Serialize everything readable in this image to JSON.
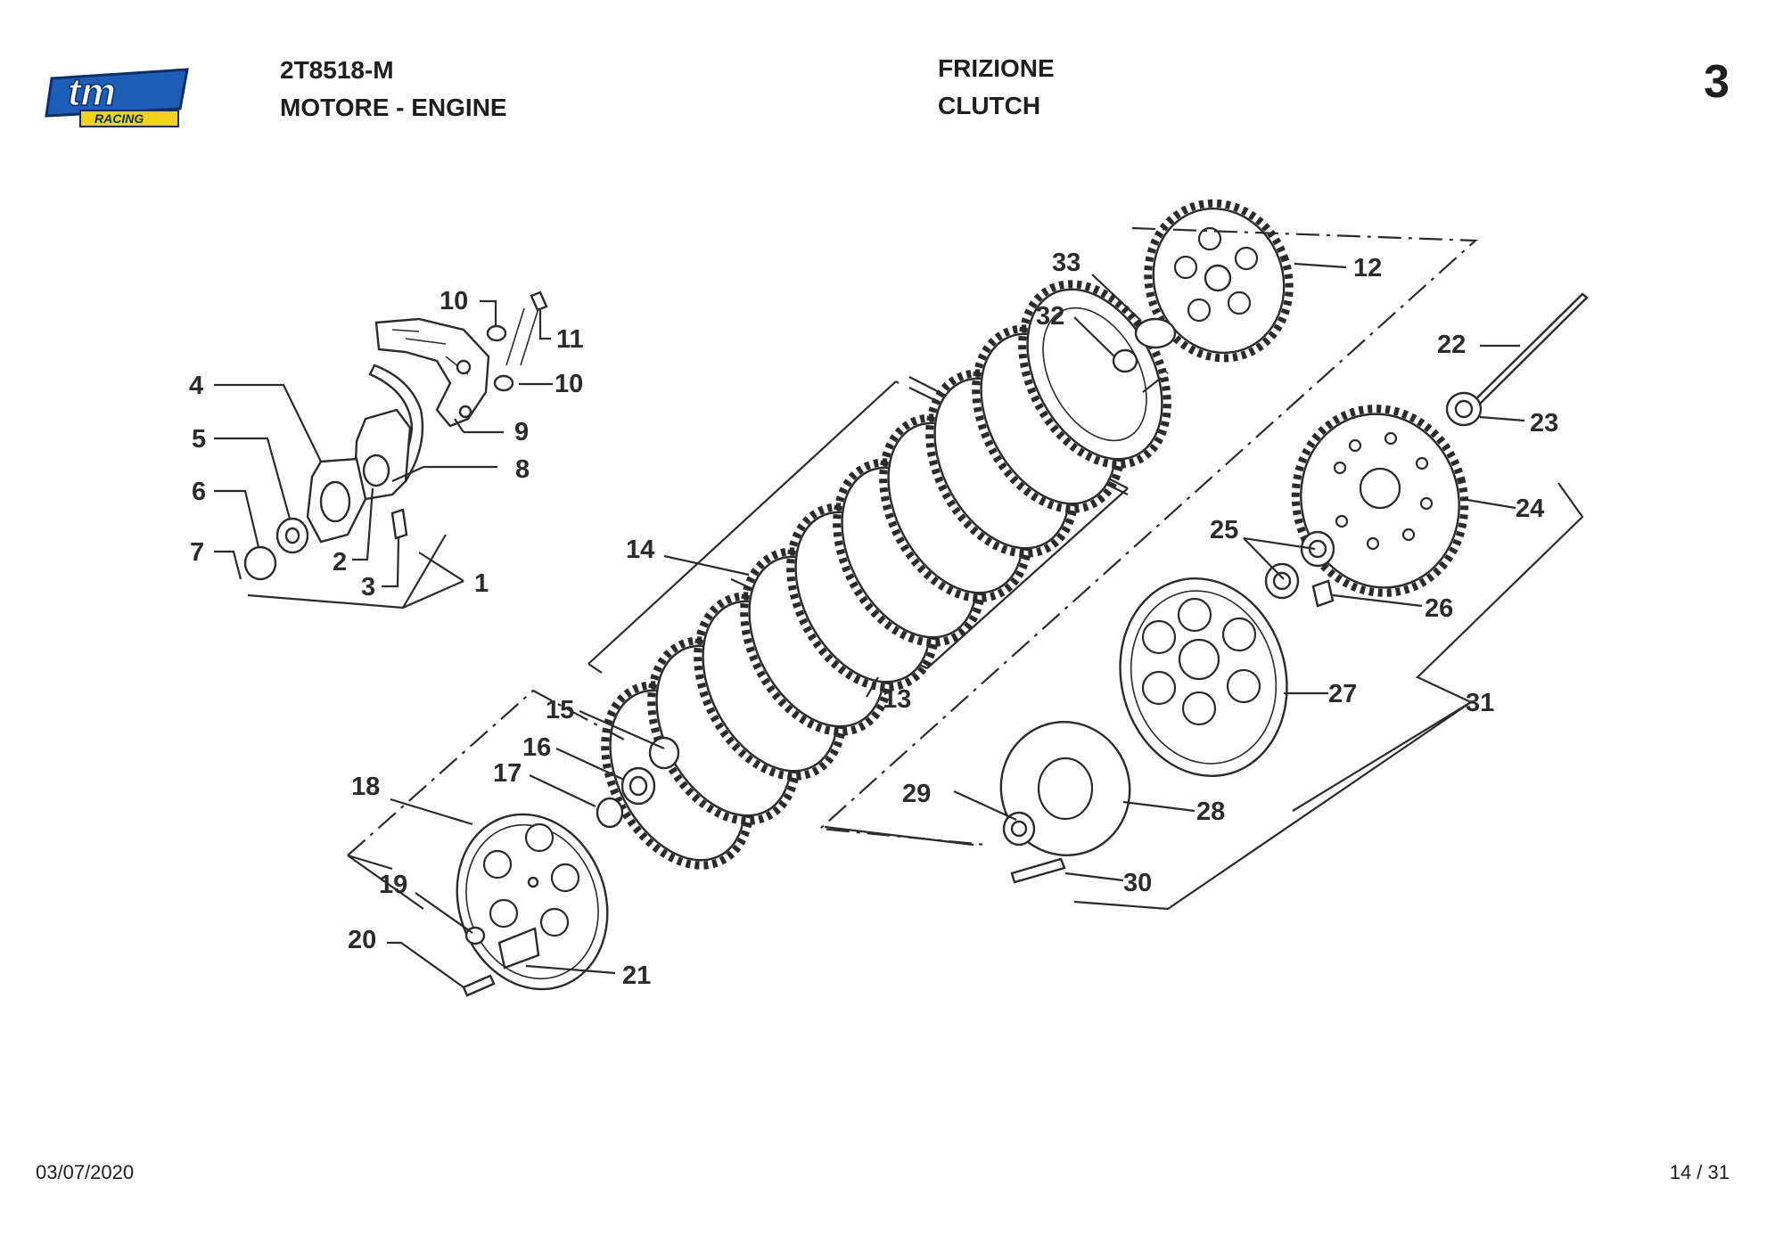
{
  "header": {
    "code": "2T8518-M",
    "section": "MOTORE - ENGINE",
    "title_it": "FRIZIONE",
    "title_en": "CLUTCH",
    "table_number": "3"
  },
  "logo": {
    "text": "tm",
    "subtext": "RACING",
    "colors": {
      "blue": "#1d5fb8",
      "yellow": "#f2d21b"
    }
  },
  "footer": {
    "date": "03/07/2020",
    "page": "14 / 31"
  },
  "callouts": {
    "c1": "1",
    "c2": "2",
    "c3": "3",
    "c4": "4",
    "c5": "5",
    "c6": "6",
    "c7": "7",
    "c8": "8",
    "c9": "9",
    "c10a": "10",
    "c10b": "10",
    "c11": "11",
    "c12": "12",
    "c13": "13",
    "c14": "14",
    "c15": "15",
    "c16": "16",
    "c17": "17",
    "c18": "18",
    "c19": "19",
    "c20": "20",
    "c21": "21",
    "c22": "22",
    "c23": "23",
    "c24": "24",
    "c25": "25",
    "c26": "26",
    "c27": "27",
    "c28": "28",
    "c29": "29",
    "c30": "30",
    "c31": "31",
    "c32": "32",
    "c33": "33"
  }
}
